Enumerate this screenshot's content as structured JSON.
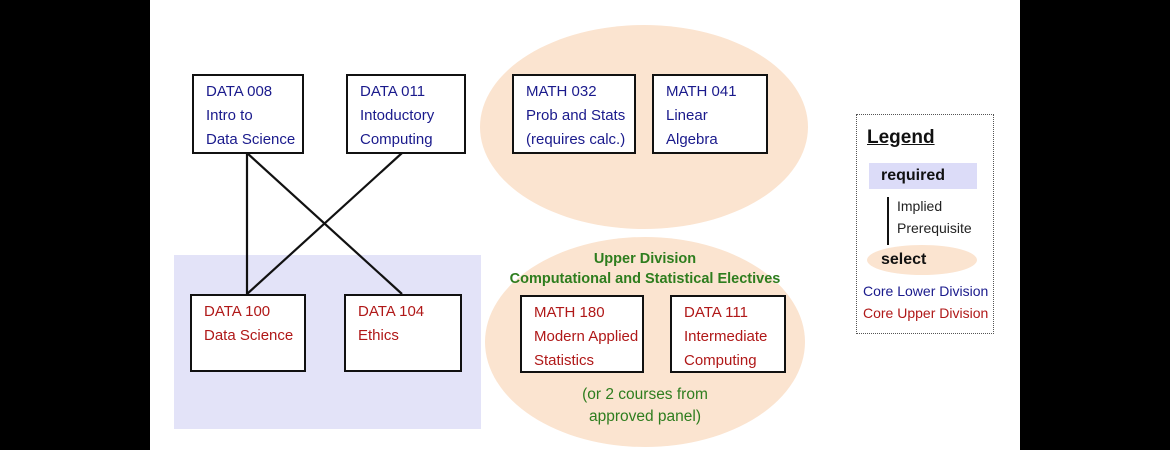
{
  "colors": {
    "core_lower": "#1a1a8c",
    "core_upper": "#b01818",
    "required_fill": "#e3e3f8",
    "select_fill": "#fbe4d0",
    "elective_heading": "#2e7d1e"
  },
  "courses": {
    "data008": {
      "code": "DATA 008",
      "line2": "Intro to",
      "line3": "Data Science"
    },
    "data011": {
      "code": "DATA 011",
      "line2": "Intoductory",
      "line3": "Computing"
    },
    "math032": {
      "code": "MATH 032",
      "line2": "Prob and Stats",
      "line3": "(requires calc.)"
    },
    "math041": {
      "code": "MATH  041",
      "line2": "Linear",
      "line3": "Algebra"
    },
    "data100": {
      "code": "DATA 100",
      "line2": "Data Science"
    },
    "data104": {
      "code": "DATA 104",
      "line2": "Ethics"
    },
    "math180": {
      "code": "MATH 180",
      "line2": "Modern Applied",
      "line3": "Statistics"
    },
    "data111": {
      "code": "DATA 111",
      "line2": "Intermediate",
      "line3": "Computing"
    }
  },
  "electives": {
    "heading_line1": "Upper Division",
    "heading_line2": "Computational and Statistical Electives",
    "note_line1": "(or 2 courses from",
    "note_line2": "approved panel)"
  },
  "legend": {
    "title": "Legend",
    "required": "required",
    "implied_line1": "Implied",
    "implied_line2": "Prerequisite",
    "select": "select",
    "core_lower": "Core Lower Division",
    "core_upper": "Core Upper Division"
  }
}
